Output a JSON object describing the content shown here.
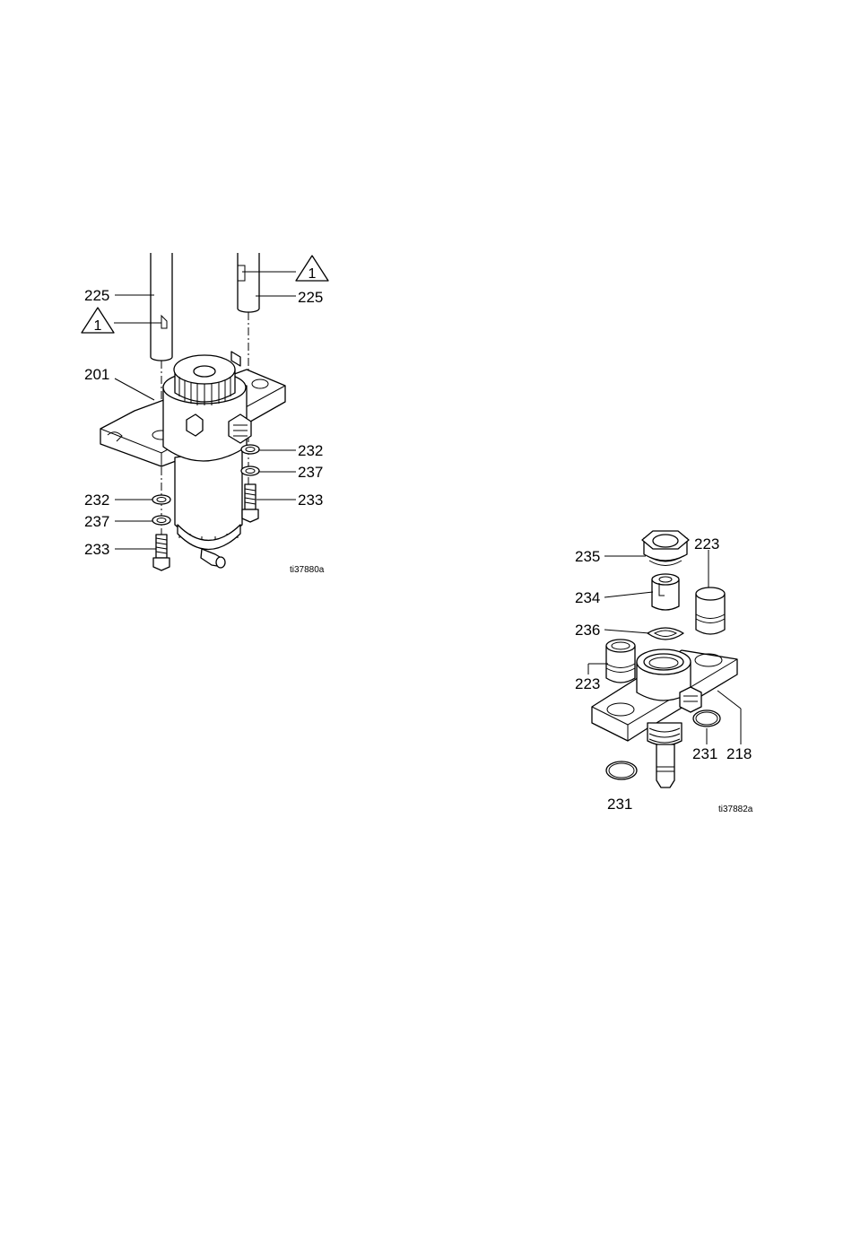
{
  "figures": [
    {
      "id": "ti37880a",
      "caption": "ti37880a",
      "callouts": [
        "225",
        "225",
        "201",
        "232",
        "237",
        "233",
        "232",
        "237",
        "233"
      ],
      "warning_marks": [
        "1",
        "1"
      ]
    },
    {
      "id": "ti37882a",
      "caption": "ti37882a",
      "callouts": [
        "235",
        "223",
        "234",
        "236",
        "223",
        "231",
        "218",
        "231"
      ]
    }
  ],
  "colors": {
    "line": "#000000",
    "background": "#ffffff"
  }
}
